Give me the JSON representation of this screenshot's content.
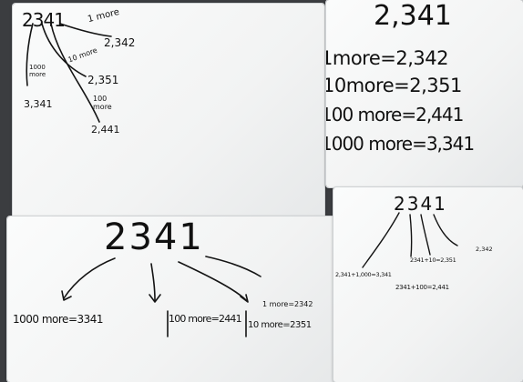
{
  "board_top_left": {
    "number": "2341",
    "one_more_label": "1 more",
    "one_more_result": "2,342",
    "ten_more_label": "10 more",
    "ten_more_result": "2,351",
    "thousand_more_label": "1000 more",
    "thousand_more_result": "3,341",
    "hundred_more_label": "100 more",
    "hundred_more_result": "2,441"
  },
  "board_top_right": {
    "number": "2,341",
    "lines": [
      "1more=2,342",
      "10more=2,351",
      "100 more=2,441",
      "1000 more=3,341"
    ]
  },
  "board_bottom_left": {
    "number": "2341",
    "thousand": "1000 more=3341",
    "hundred": "100 more=2441",
    "ten": "10 more=2351",
    "one": "1 more=2342"
  },
  "board_bottom_right": {
    "number": "2341",
    "thousand": "2,341+1,000=3,341",
    "hundred": "2341+100=2,441",
    "ten": "2341+10=2,351",
    "one": "2,342"
  }
}
